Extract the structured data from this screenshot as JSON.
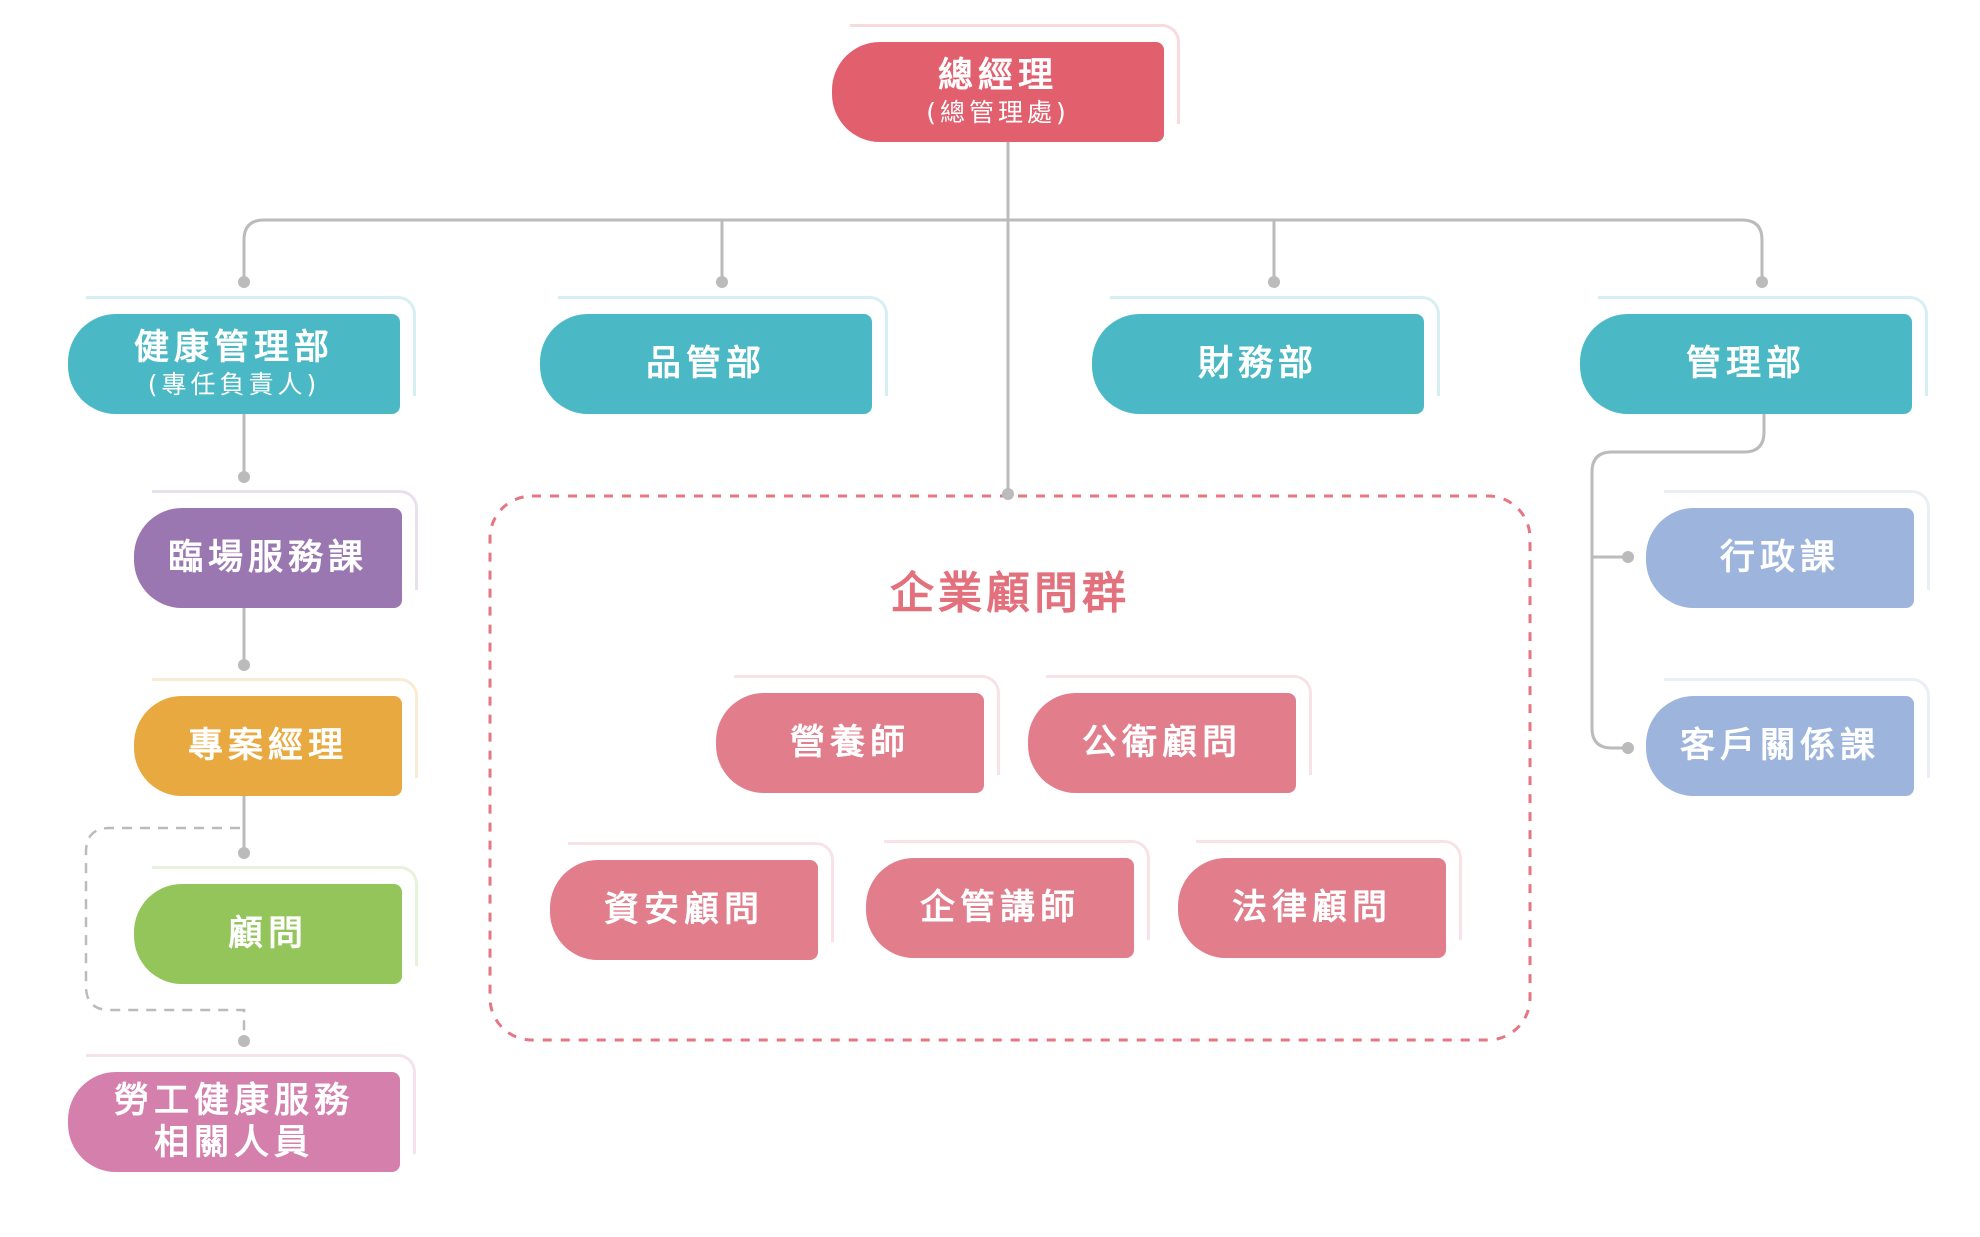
{
  "colors": {
    "ceo": "#e25f6d",
    "department": "#4bb9c5",
    "clinic_service": "#9b77b2",
    "project_manager": "#e9a941",
    "consultant": "#93c55b",
    "labor_health": "#d57fad",
    "admin_sections": "#9db4dc",
    "advisor": "#e27d8b",
    "line": "#bbbbbb",
    "dashed_border": "#e57784"
  },
  "ceo": {
    "title": "總經理",
    "subtitle": "(總管理處)"
  },
  "departments": {
    "health": {
      "title": "健康管理部",
      "subtitle": "(專任負責人)"
    },
    "quality": {
      "title": "品管部"
    },
    "finance": {
      "title": "財務部"
    },
    "management": {
      "title": "管理部"
    }
  },
  "health_chain": {
    "clinic_service": "臨場服務課",
    "project_manager": "專案經理",
    "consultant": "顧問",
    "labor_health_line1": "勞工健康服務",
    "labor_health_line2": "相關人員"
  },
  "management_sections": {
    "admin": "行政課",
    "customer": "客戶關係課"
  },
  "advisory_group": {
    "title": "企業顧問群",
    "members": [
      "營養師",
      "公衛顧問",
      "資安顧問",
      "企管講師",
      "法律顧問"
    ]
  }
}
